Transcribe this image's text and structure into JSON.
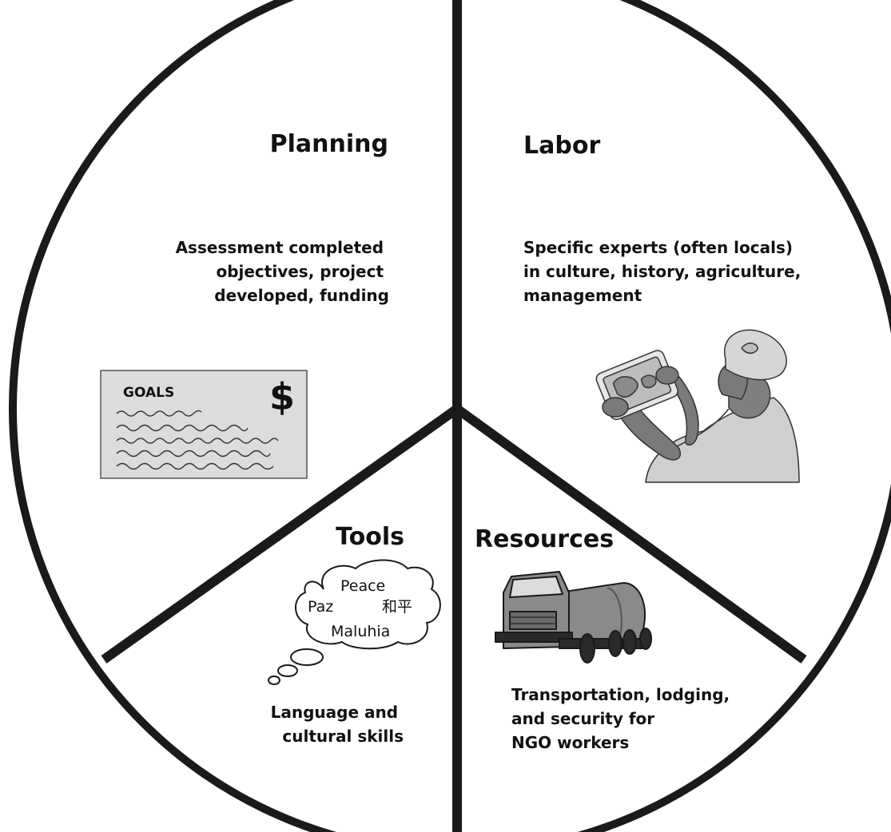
{
  "sections": {
    "planning": {
      "title": "Planning",
      "lines": [
        "Assessment completed",
        "objectives, project",
        "developed, funding"
      ],
      "illustration": {
        "kind": "goals-document-icon",
        "heading": "GOALS",
        "symbol": "$"
      }
    },
    "labor": {
      "title": "Labor",
      "lines": [
        "Specific experts (often locals)",
        "in culture, history, agriculture,",
        "management"
      ],
      "illustration": {
        "kind": "person-with-tablet-icon"
      }
    },
    "tools": {
      "title": "Tools",
      "lines": [
        "Language and",
        "cultural skills"
      ],
      "illustration": {
        "kind": "thought-bubble-icon",
        "words": [
          "Peace",
          "Paz",
          "和平",
          "Maluhia"
        ]
      }
    },
    "resources": {
      "title": "Resources",
      "lines": [
        "Transportation, lodging,",
        "and security for",
        "NGO workers"
      ],
      "illustration": {
        "kind": "truck-icon"
      }
    }
  },
  "colors": {
    "outline": "#1a1a1a",
    "illustration_fill": "#b3b3b3",
    "illustration_dark": "#7a7a7a",
    "goals_fill": "#dcdcdc"
  }
}
